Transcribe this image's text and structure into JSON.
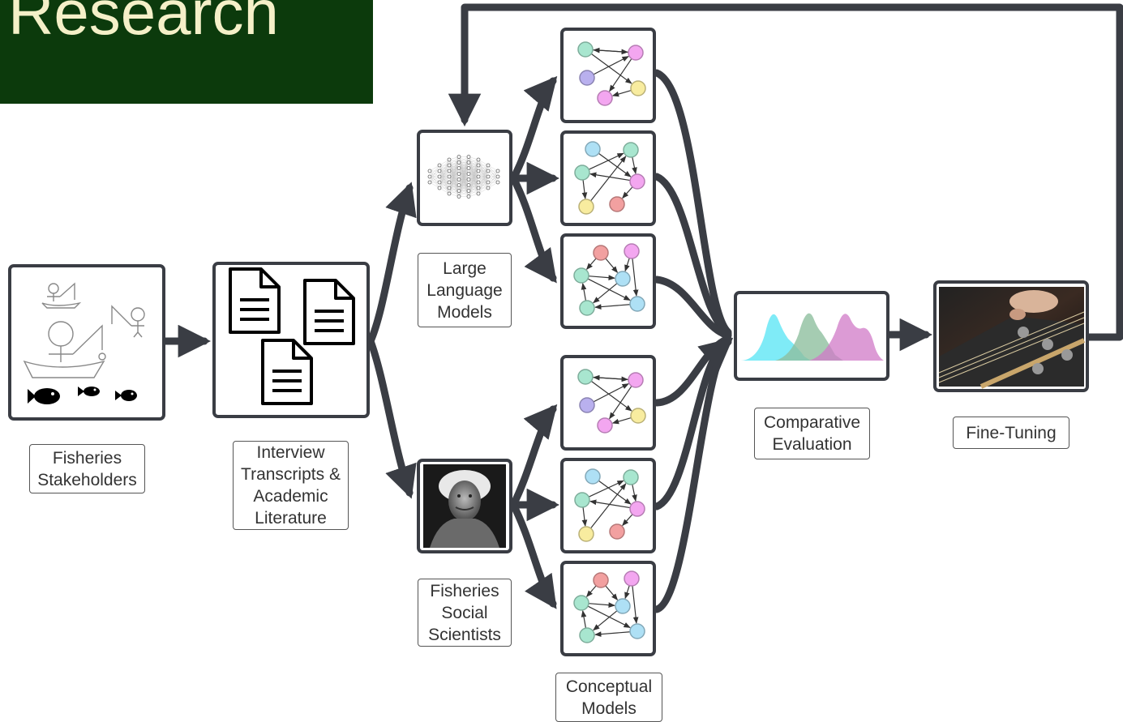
{
  "banner": {
    "title": "Research",
    "background": "#0c3a0c",
    "text_color": "#f5f0c8"
  },
  "colors": {
    "frame": "#3a3d44",
    "arrow": "#3a3d44",
    "node_green": "#a8e6cf",
    "node_pink": "#f3a6f0",
    "node_purple": "#b9b0ee",
    "node_yellow": "#f8ec9f",
    "node_blue": "#aee0f5",
    "node_red": "#f2a0a0",
    "density_cyan": "#5fe6f5",
    "density_green": "#8fbf9f",
    "density_pink": "#d07ac7"
  },
  "labels": {
    "stakeholders": [
      "Fisheries",
      "Stakeholders"
    ],
    "transcripts": [
      "Interview",
      "Transcripts &",
      "Academic",
      "Literature"
    ],
    "llm": [
      "Large",
      "Language",
      "Models"
    ],
    "scientists": [
      "Fisheries",
      "Social",
      "Scientists"
    ],
    "conceptual": [
      "Conceptual",
      "Models"
    ],
    "comparative": [
      "Comparative",
      "Evaluation"
    ],
    "finetuning": [
      "Fine-Tuning"
    ]
  },
  "icons": {
    "stakeholders": "fishing-stick-figures-icon",
    "transcripts": "document-icon",
    "llm": "neural-network-icon",
    "scientists": "scientist-portrait-icon",
    "conceptual": "node-graph-icon",
    "comparative": "density-plot-icon",
    "finetuning": "guitar-tuning-icon"
  }
}
